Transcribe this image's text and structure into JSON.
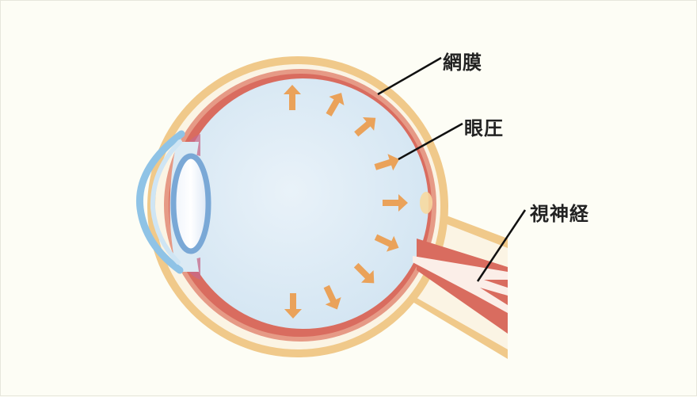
{
  "labels": {
    "retina": "網膜",
    "intraocular_pressure": "眼圧",
    "optic_nerve": "視神経"
  },
  "colors": {
    "background": "#fdfdf5",
    "sclera": "#f0c98a",
    "retina": "#d96c5f",
    "vitreous": "#dbeaf4",
    "lens_rim": "#7aa8d6",
    "cornea": "#8fc3e6",
    "arrow": "#eaa25a",
    "leader_line": "#111111"
  },
  "icons": {
    "pressure_arrows": "arrow-icon"
  }
}
